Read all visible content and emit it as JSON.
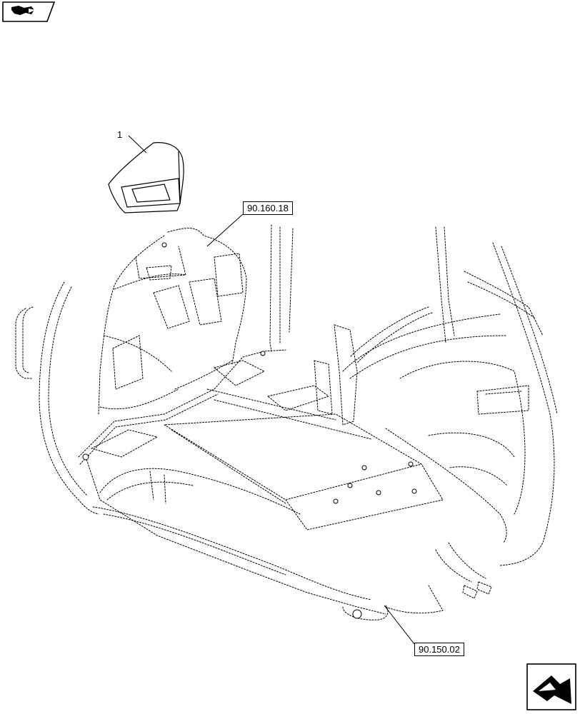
{
  "diagram": {
    "item_number": "1",
    "callouts": [
      {
        "ref": "90.160.18"
      },
      {
        "ref": "90.150.02"
      }
    ]
  },
  "icons": {
    "top_left": "book-arrow-icon",
    "bottom_right": "previous-page-arrow-icon"
  }
}
